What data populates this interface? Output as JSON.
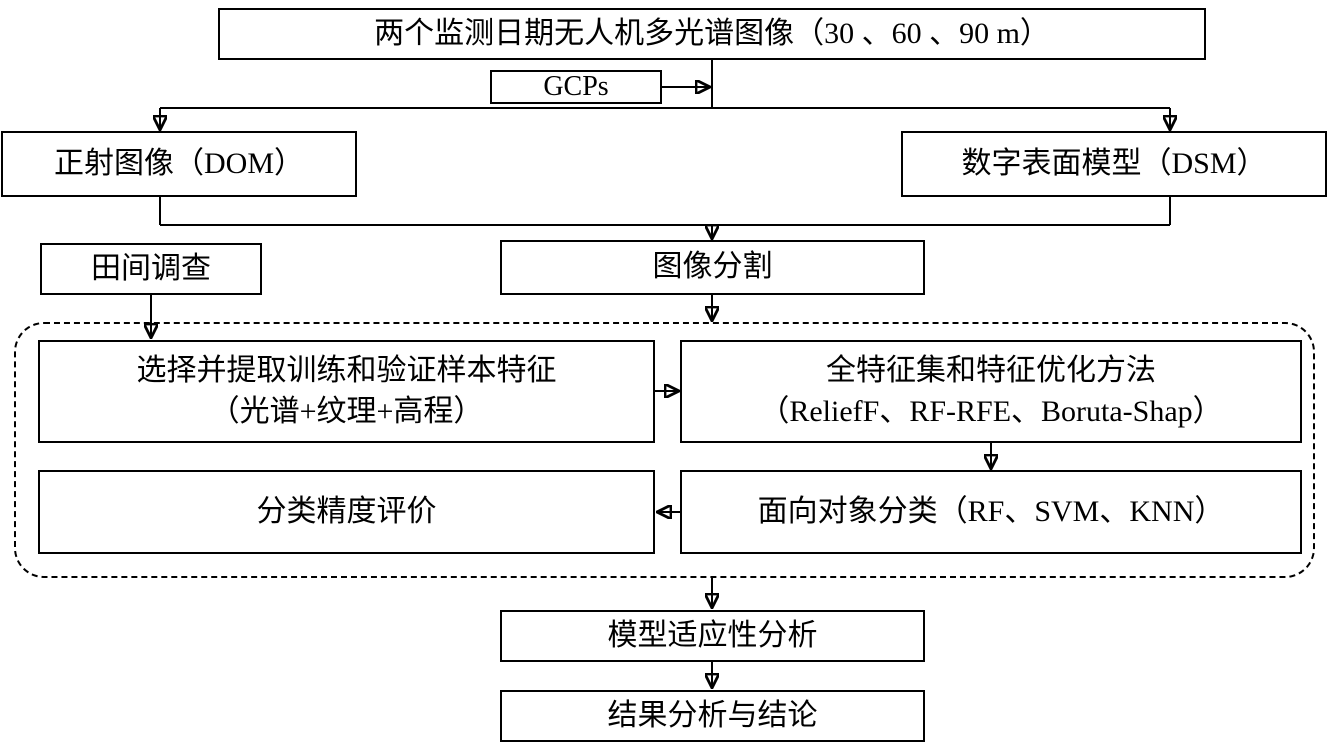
{
  "diagram": {
    "title": "UAV multispectral crop-monitoring classification workflow",
    "colors": {
      "border": "#000000",
      "background": "#ffffff",
      "text": "#000000"
    },
    "nodes": {
      "uav_images": {
        "label": "两个监测日期无人机多光谱图像（30 、60 、90 m）"
      },
      "gcps": {
        "label": "GCPs"
      },
      "dom": {
        "label": "正射图像（DOM）"
      },
      "dsm": {
        "label": "数字表面模型（DSM）"
      },
      "field_survey": {
        "label": "田间调查"
      },
      "image_segmentation": {
        "label": "图像分割"
      },
      "sample_features": {
        "line1": "选择并提取训练和验证样本特征",
        "line2": "（光谱+纹理+高程）"
      },
      "feature_optimization": {
        "line1": "全特征集和特征优化方法",
        "line2": "（ReliefF、RF-RFE、Boruta-Shap）"
      },
      "accuracy_eval": {
        "label": "分类精度评价"
      },
      "classification": {
        "label": "面向对象分类（RF、SVM、KNN）"
      },
      "model_adaptability": {
        "label": "模型适应性分析"
      },
      "conclusion": {
        "label": "结果分析与结论"
      }
    }
  }
}
